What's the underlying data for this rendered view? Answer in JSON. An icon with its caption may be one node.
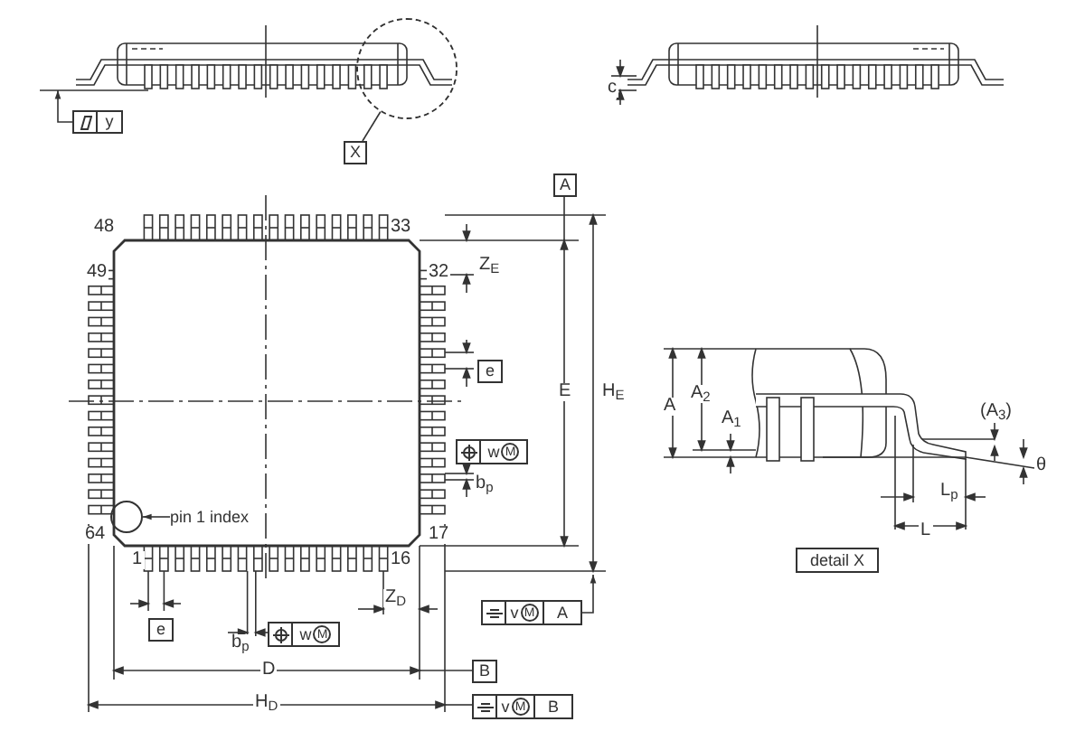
{
  "diagram": {
    "nodes": [
      {
        "text": [],
        "shape": "circle"
      },
      {
        "text": [
          "X"
        ]
      },
      {
        "text": [
          "y"
        ]
      },
      {
        "text": [
          "A"
        ]
      },
      {
        "text": [
          "e"
        ]
      },
      {
        "text": [
          "w",
          "M"
        ]
      },
      {
        "text": [],
        "shape": "circle"
      },
      {
        "text": [
          "pin 1 index"
        ]
      },
      {
        "text": [
          "e"
        ]
      },
      {
        "text": [
          "w",
          "M"
        ]
      },
      {
        "text": [
          "v",
          "M",
          "A"
        ]
      },
      {
        "text": [
          "B"
        ]
      },
      {
        "text": [
          "v",
          "M",
          "B"
        ]
      },
      {
        "text": [
          "detail X"
        ]
      }
    ],
    "edges": [
      {
        "from": 1,
        "to": 0,
        "arrow": "none"
      },
      {
        "from": 7,
        "to": 6,
        "arrow": "to"
      },
      {
        "from": 2,
        "to": null,
        "arrow": "to"
      },
      {
        "from": 10,
        "to": null,
        "arrow": "to"
      }
    ],
    "labels": [
      "48",
      "33",
      "49",
      "32",
      "64",
      "17",
      "1",
      "16",
      "c",
      "Z$_{E}$",
      "E",
      "H$_{E}$",
      "b$_{p}$",
      "Z$_{D}$",
      "b$_{p}$",
      "D",
      "H$_{D}$",
      "A",
      "A$_{2}$",
      "A$_{1}$",
      "(A$_{3}$)",
      "θ",
      "L$_{p}$",
      "L"
    ]
  }
}
